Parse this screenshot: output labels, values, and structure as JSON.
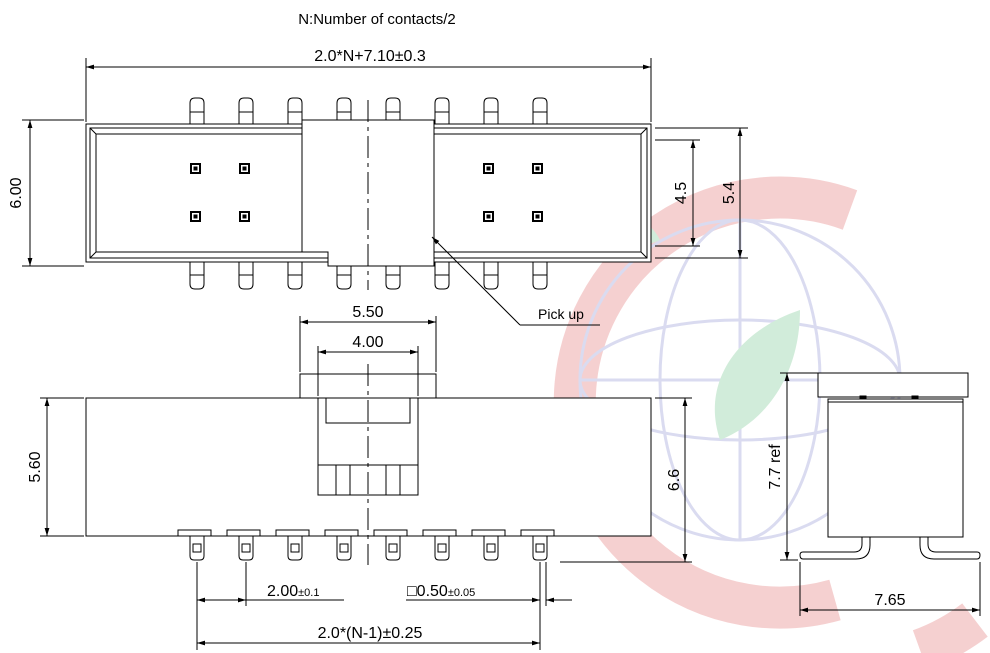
{
  "header": {
    "note": "N:Number of contacts/2"
  },
  "top_view": {
    "overall_length": "2.0*N+7.10±0.3",
    "height": "6.00",
    "inner_height": "4.5",
    "outer_height": "5.4",
    "pick_up_label": "Pick up"
  },
  "front_view": {
    "cap_width": "5.50",
    "cap_inner_width": "4.00",
    "body_height": "5.60",
    "total_height": "6.6",
    "pitch_value": "2.00",
    "pitch_tol": "±0.1",
    "pin_square_symbol": "□",
    "pin_size_value": "0.50",
    "pin_size_tol": "±0.05",
    "pin_span": "2.0*(N-1)±0.25"
  },
  "side_view": {
    "height_ref": "7.7 ref",
    "width": "7.65"
  },
  "colors": {
    "line": "#000000",
    "watermark_red": "#f3c0c0",
    "watermark_blue": "#d3d5ee",
    "watermark_green": "#c9ead3"
  }
}
